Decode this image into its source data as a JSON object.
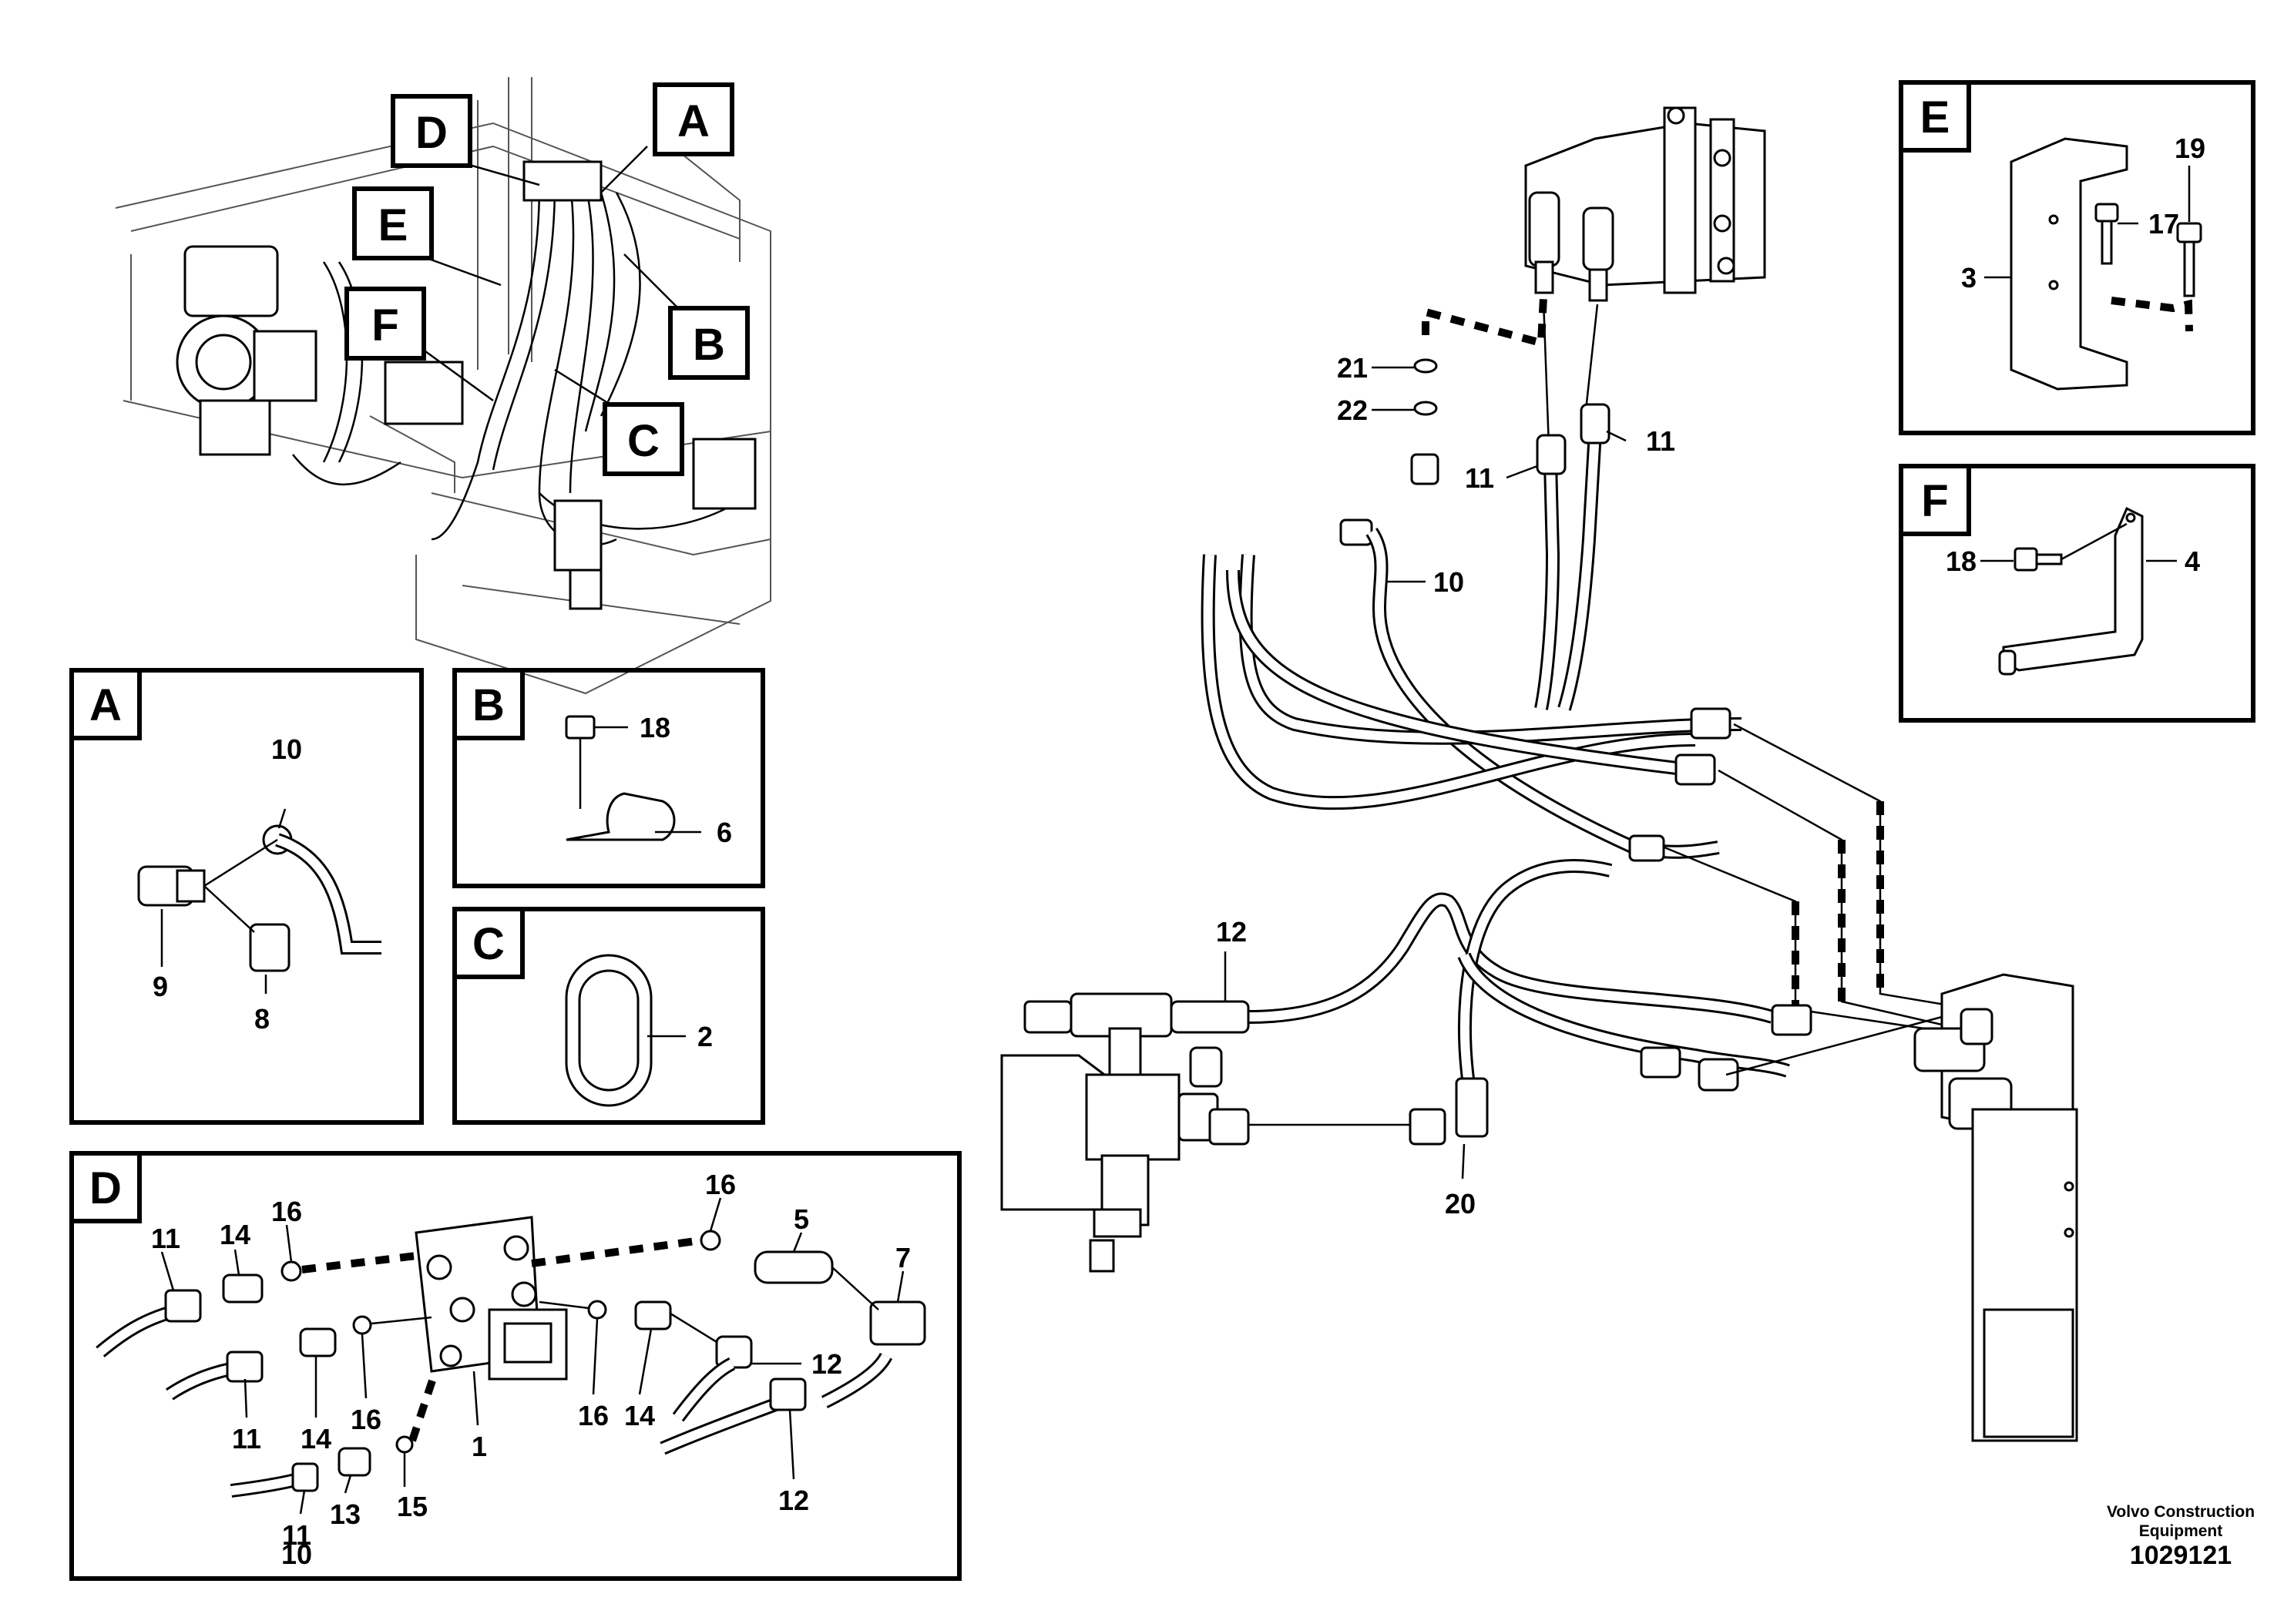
{
  "detail_boxes": {
    "A": {
      "letter": "A",
      "callouts": [
        "10",
        "9",
        "8"
      ]
    },
    "B": {
      "letter": "B",
      "callouts": [
        "18",
        "6"
      ]
    },
    "C": {
      "letter": "C",
      "callouts": [
        "2"
      ]
    },
    "D": {
      "letter": "D",
      "callouts": [
        "11",
        "14",
        "16",
        "16",
        "5",
        "7",
        "11",
        "14",
        "16",
        "16",
        "14",
        "12",
        "11",
        "13",
        "15",
        "1",
        "10",
        "12"
      ]
    },
    "E": {
      "letter": "E",
      "callouts": [
        "19",
        "17",
        "3"
      ]
    },
    "F": {
      "letter": "F",
      "callouts": [
        "18",
        "4"
      ]
    }
  },
  "overview_tags": [
    "D",
    "A",
    "E",
    "B",
    "F",
    "C"
  ],
  "main_callouts": [
    "21",
    "22",
    "11",
    "11",
    "10",
    "12",
    "20"
  ],
  "credit": {
    "line1": "Volvo Construction",
    "line2": "Equipment"
  },
  "document_number": "1029121"
}
